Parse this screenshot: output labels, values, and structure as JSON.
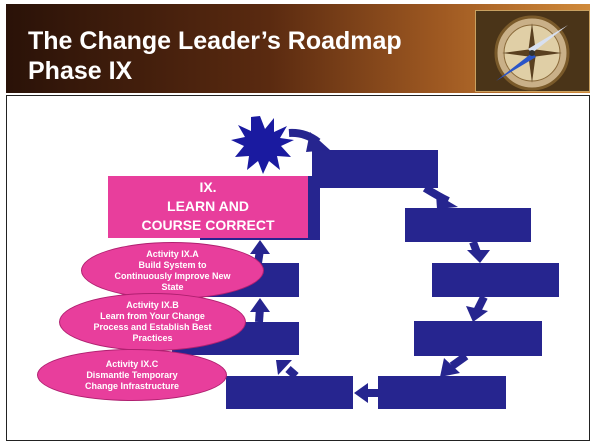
{
  "header": {
    "title_line1": "The Change Leader’s Roadmap",
    "title_line2": "Phase IX"
  },
  "icons": {
    "compass": "compass-image",
    "start": "starburst"
  },
  "phase_box": {
    "line1": "IX.",
    "line2": "LEARN AND",
    "line3": "COURSE CORRECT"
  },
  "activities": [
    {
      "line1": "Activity IX.A",
      "line2": "Build System to",
      "line3": "Continuously Improve New",
      "line4": "State"
    },
    {
      "line1": "Activity IX.B",
      "line2": "Learn from Your Change",
      "line3": "Process and Establish Best",
      "line4": "Practices"
    },
    {
      "line1": "Activity IX.C",
      "line2": "Dismantle Temporary",
      "line3": "Change Infrastructure"
    }
  ],
  "colors": {
    "box": "#26258f",
    "pink": "#e83e9c",
    "star": "#1a1aa0"
  }
}
